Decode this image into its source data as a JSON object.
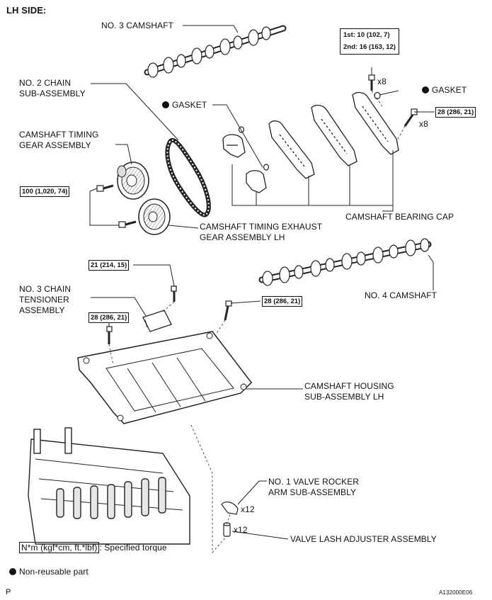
{
  "header": "LH SIDE:",
  "labels": {
    "no3_camshaft": "NO. 3 CAMSHAFT",
    "no2_chain_l1": "NO. 2 CHAIN",
    "no2_chain_l2": "SUB-ASSEMBLY",
    "gasket_left": "GASKET",
    "gasket_right": "GASKET",
    "timing_gear_l1": "CAMSHAFT TIMING",
    "timing_gear_l2": "GEAR ASSEMBLY",
    "exhaust_gear_l1": "CAMSHAFT TIMING EXHAUST",
    "exhaust_gear_l2": "GEAR ASSEMBLY LH",
    "bearing_cap": "CAMSHAFT BEARING CAP",
    "no4_camshaft": "NO. 4 CAMSHAFT",
    "tensioner_l1": "NO. 3 CHAIN",
    "tensioner_l2": "TENSIONER",
    "tensioner_l3": "ASSEMBLY",
    "housing_l1": "CAMSHAFT HOUSING",
    "housing_l2": "SUB-ASSEMBLY LH",
    "rocker_l1": "NO. 1 VALVE ROCKER",
    "rocker_l2": "ARM SUB-ASSEMBLY",
    "lash_adjuster": "VALVE LASH ADJUSTER ASSEMBLY"
  },
  "torque": {
    "bearing_cap_1st": "1st: 10 (102, 7)",
    "bearing_cap_2nd": "2nd: 16 (163, 12)",
    "bearing_cap_side": "28 (286, 21)",
    "timing_gear_bolt": "100 (1,020, 74)",
    "tensioner_bolt": "21 (214, 15)",
    "housing_left": "28 (286, 21)",
    "housing_right": "28 (286, 21)"
  },
  "quantities": {
    "cap_bolts_top": "x8",
    "cap_bolts_side": "x8",
    "rocker_arms": "x12",
    "lash_adjusters": "x12"
  },
  "legend": {
    "torque_unit": "N*m (kgf*cm, ft.*lbf)",
    "torque_text": ": Specified torque",
    "non_reusable": "Non-reusable part"
  },
  "footer": {
    "left": "P",
    "code": "A132000E06"
  }
}
